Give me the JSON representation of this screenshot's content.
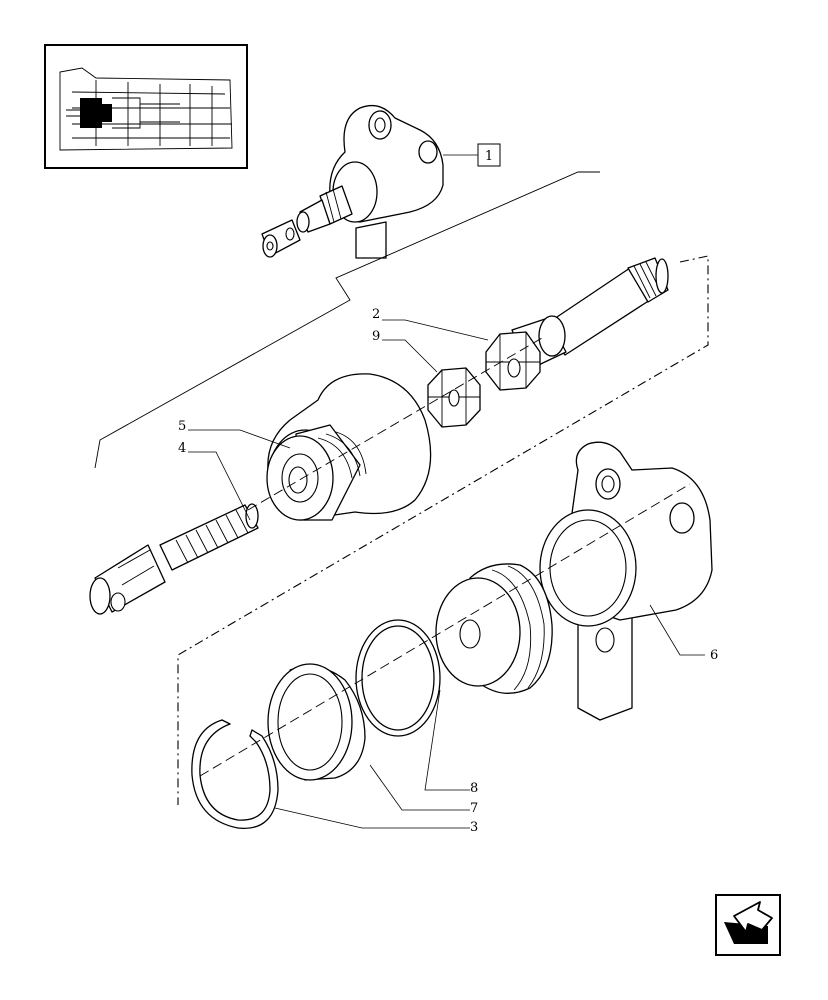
{
  "callouts": {
    "ref_box": "1",
    "c2": "2",
    "c9": "9",
    "c5": "5",
    "c4": "4",
    "c6": "6",
    "c8": "8",
    "c7": "7",
    "c3": "3"
  },
  "icons": {
    "nav": "next-page-arrow-icon"
  }
}
